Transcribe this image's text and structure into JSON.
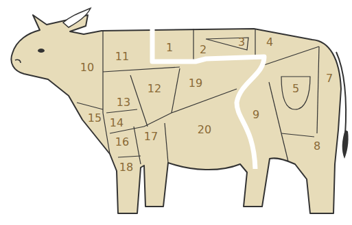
{
  "diagram": {
    "labels": [
      "1",
      "2",
      "3",
      "4",
      "5",
      "7",
      "8",
      "9",
      "10",
      "11",
      "12",
      "13",
      "14",
      "15",
      "16",
      "17",
      "18",
      "19",
      "20"
    ]
  }
}
